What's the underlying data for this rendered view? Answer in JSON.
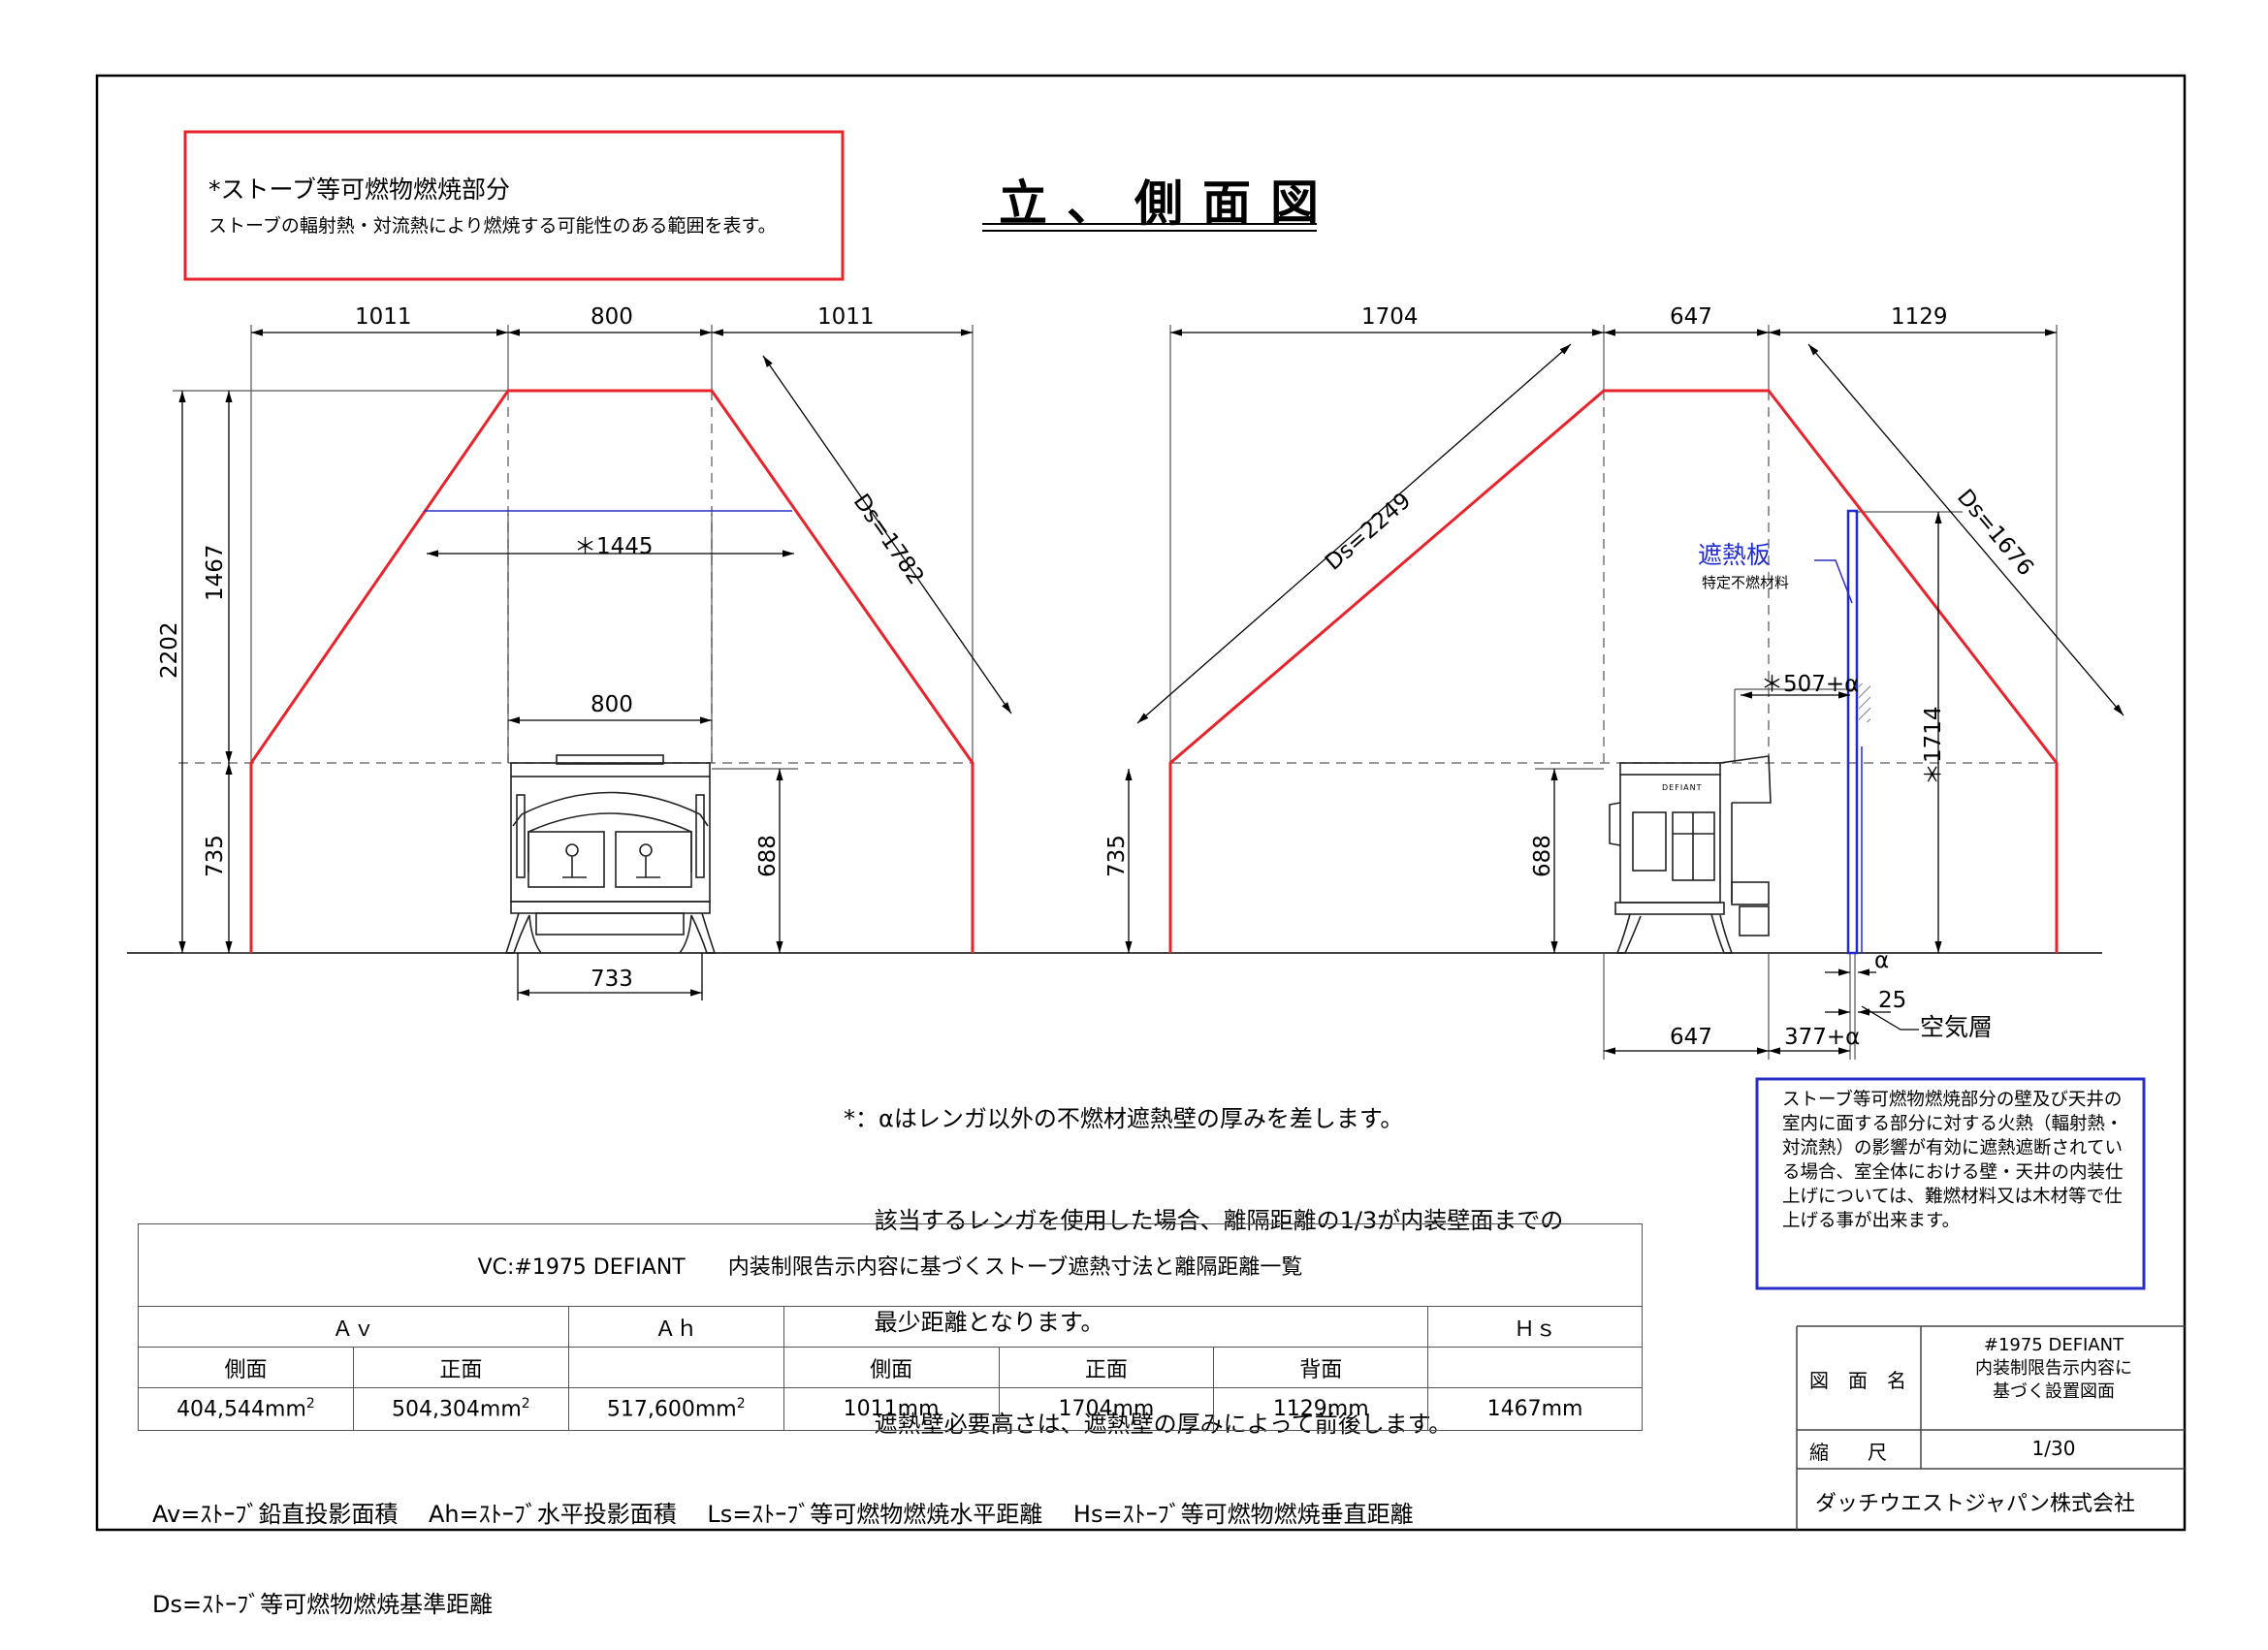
{
  "title": "立、側面図",
  "legend": {
    "title": "*ストーブ等可燃物燃焼部分",
    "description": "ストーブの輻射熱・対流熱により燃焼する可能性のある範囲を表す。"
  },
  "front_view": {
    "top_dims": [
      "1011",
      "800",
      "1011"
    ],
    "left_dims": {
      "overall": "2202",
      "upper": "1467",
      "lower": "735"
    },
    "ds_label": "Ds=1782",
    "star_dim": "＊1445",
    "stove_width": "800",
    "stove_height": "688",
    "base_width": "733"
  },
  "side_view": {
    "top_dims": [
      "1704",
      "647",
      "1129"
    ],
    "ds_left": "Ds=2249",
    "ds_right": "Ds=1676",
    "shield_label": "遮熱板",
    "shield_sub": "特定不燃材料",
    "shield_dist": "＊507+α",
    "shield_height": "＊1714",
    "left_height": "735",
    "stove_height": "688",
    "bottom_dims": [
      "647",
      "377+α"
    ],
    "alpha": "α",
    "gap": "25",
    "air_layer": "空気層",
    "stove_brand": "DEFIANT"
  },
  "notes": [
    "*：αはレンガ以外の不燃材遮熱壁の厚みを差します。",
    "　 該当するレンガを使用した場合、離隔距離の1/3が内装壁面までの",
    "　 最少距離となります。",
    "　 遮熱壁必要高さは、遮熱壁の厚みによって前後します。"
  ],
  "blue_note": "ストーブ等可燃物燃焼部分の壁及び天井の室内に面する部分に対する火熱（輻射熱・対流熱）の影響が有効に遮熱遮断されている場合、室全体における壁・天井の内装仕上げについては、難燃材料又は木材等で仕上げる事が出来ます。",
  "table": {
    "title": "VC:#1975 DEFIANT　　内装制限告示内容に基づくストーブ遮熱寸法と離隔距離一覧",
    "groups": [
      "Ａｖ",
      "Ａｈ",
      "",
      "Ｈｓ"
    ],
    "subheaders": [
      "側面",
      "正面",
      "",
      "側面",
      "正面",
      "背面",
      ""
    ],
    "values": [
      "404,544mm",
      "504,304mm",
      "517,600mm",
      "1011mm",
      "1704mm",
      "1129mm",
      "1467mm"
    ],
    "sup": "2"
  },
  "footnotes": [
    "Av=ｽﾄｰﾌﾞ鉛直投影面積　 Ah=ｽﾄｰﾌﾞ水平投影面積　 Ls=ｽﾄｰﾌﾞ等可燃物燃焼水平距離　 Hs=ｽﾄｰﾌﾞ等可燃物燃焼垂直距離",
    "Ds=ｽﾄｰﾌﾞ等可燃物燃焼基準距離"
  ],
  "title_block": {
    "drawing_name_label": "図　面　名",
    "drawing_name": [
      "#1975 DEFIANT",
      "内装制限告示内容に",
      "基づく設置図面"
    ],
    "scale_label": "縮　　尺",
    "scale": "1/30",
    "company": "ダッチウエストジャパン株式会社"
  },
  "colors": {
    "zone": "#e8232b",
    "shield": "#1f2bd1",
    "legend_border": "#e8232b",
    "note_border": "#2a2fc4"
  }
}
